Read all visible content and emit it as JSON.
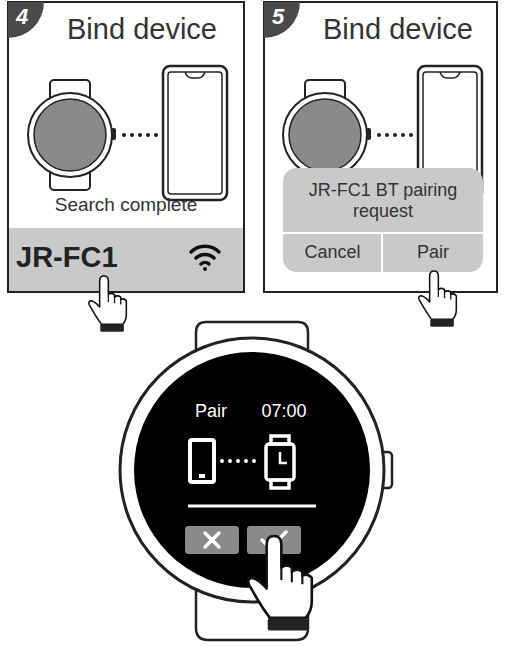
{
  "diagram": {
    "nodes": [
      {
        "text": [
          "Bind device",
          "Search complete"
        ]
      },
      {
        "text": [
          "4"
        ],
        "in": 0
      },
      {
        "text": [
          "JR-FC1"
        ],
        "in": 0
      },
      {
        "text": [
          "Bind device"
        ]
      },
      {
        "text": [
          "5"
        ],
        "in": 3
      },
      {
        "text": [
          "JR-FC1 BT pairing request"
        ],
        "in": 3
      },
      {
        "text": [
          "Cancel"
        ],
        "in": 5
      },
      {
        "text": [
          "Pair"
        ],
        "in": 5
      },
      {
        "text": [
          "Pair",
          "07:00"
        ]
      }
    ]
  }
}
